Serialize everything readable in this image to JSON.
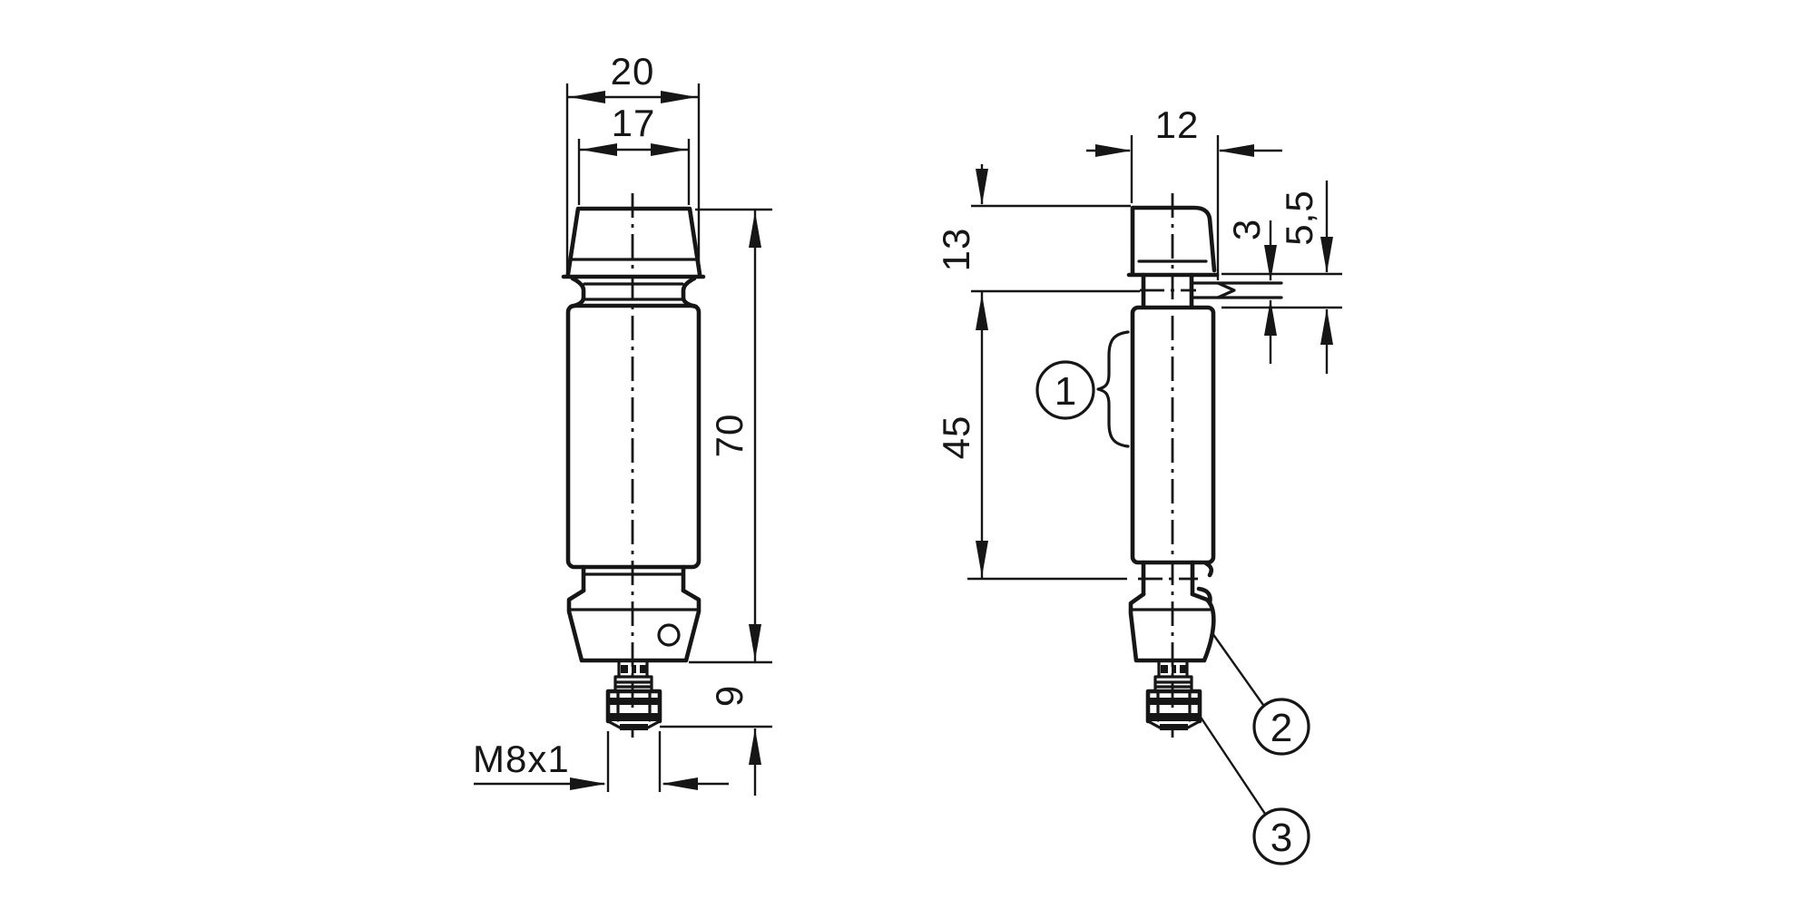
{
  "canvas": {
    "background": "#ffffff",
    "line_color": "#161616"
  },
  "drawing": {
    "front_view": {
      "dims": {
        "head_width": "20",
        "face_width": "17",
        "housing_length": "70",
        "connector_length": "9",
        "connector_thread": "M8x1"
      }
    },
    "side_view": {
      "dims": {
        "head_depth": "12",
        "head_height": "13",
        "slot_width": "3",
        "groove_width": "5,5",
        "tube_length": "45"
      },
      "callouts": {
        "item1": "1",
        "item2": "2",
        "item3": "3"
      }
    }
  }
}
